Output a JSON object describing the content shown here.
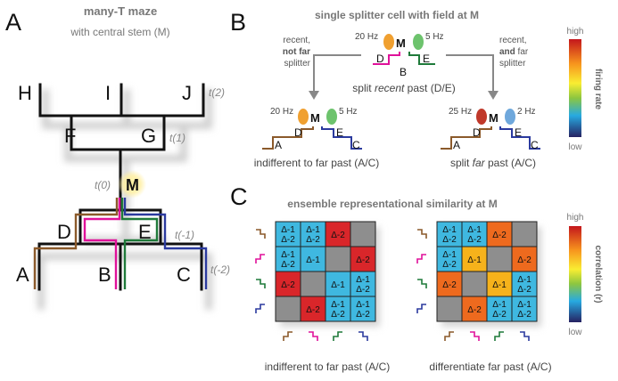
{
  "colors": {
    "maze": "#111111",
    "brown": "#8B5A2B",
    "magenta": "#E0119A",
    "green": "#1F7A3A",
    "blue": "#2B3A9E",
    "orange_cell": "#F0A030",
    "green_cell": "#6DC36D",
    "red_cell": "#C0392B",
    "blue_cell": "#6FA8DC",
    "grid_cyan": "#3FB8E0",
    "grid_red": "#D9262A",
    "grid_orange": "#EE6A1E",
    "grid_yellow": "#F6B21B",
    "grid_gray": "#8E8E8E",
    "arrow_gray": "#888888",
    "title_gray": "#777777"
  },
  "panelA": {
    "letter": "A",
    "title": "many-T maze",
    "subtitle": "with central stem (M)",
    "labels": {
      "H": "H",
      "I": "I",
      "J": "J",
      "F": "F",
      "G": "G",
      "M": "M",
      "D": "D",
      "E": "E",
      "A": "A",
      "B": "B",
      "C": "C"
    },
    "times": {
      "t2": "t(2)",
      "t1": "t(1)",
      "t0": "t(0)",
      "tm1": "t(-1)",
      "tm2": "t(-2)"
    }
  },
  "panelB": {
    "letter": "B",
    "title": "single splitter cell with field at M",
    "top": {
      "left_hz": "20 Hz",
      "right_hz": "5 Hz",
      "M": "M",
      "D": "D",
      "E": "E",
      "B": "B",
      "caption_pre": "split ",
      "caption_em": "recent",
      "caption_post": " past (D/E)"
    },
    "left_note": {
      "line1": "recent,",
      "line2": "not far",
      "line3": "splitter"
    },
    "right_note": {
      "line1": "recent,",
      "line2_bold": "and",
      "line2_rest": " far",
      "line3": "splitter"
    },
    "left": {
      "left_hz": "20 Hz",
      "right_hz": "5 Hz",
      "M": "M",
      "D": "D",
      "E": "E",
      "A": "A",
      "C": "C",
      "caption": "indifferent to far past (A/C)"
    },
    "right": {
      "left_hz": "25 Hz",
      "right_hz": "2 Hz",
      "M": "M",
      "D": "D",
      "E": "E",
      "A": "A",
      "C": "C",
      "caption_pre": "split ",
      "caption_em": "far",
      "caption_post": " past (A/C)"
    },
    "colorbar": {
      "high": "high",
      "low": "low",
      "label": "firing rate"
    }
  },
  "panelC": {
    "letter": "C",
    "title": "ensemble representational similarity at M",
    "left_caption": "indifferent to far past (A/C)",
    "right_caption": "differentiate far past (A/C)",
    "left_matrix": [
      [
        {
          "c": "cyan",
          "t": "Δ-1\nΔ-2"
        },
        {
          "c": "cyan",
          "t": "Δ-1\nΔ-2"
        },
        {
          "c": "red",
          "t": "Δ-2"
        },
        {
          "c": "gray",
          "t": ""
        }
      ],
      [
        {
          "c": "cyan",
          "t": "Δ-1\nΔ-2"
        },
        {
          "c": "cyan",
          "t": "Δ-1"
        },
        {
          "c": "gray",
          "t": ""
        },
        {
          "c": "red",
          "t": "Δ-2"
        }
      ],
      [
        {
          "c": "red",
          "t": "Δ-2"
        },
        {
          "c": "gray",
          "t": ""
        },
        {
          "c": "cyan",
          "t": "Δ-1"
        },
        {
          "c": "cyan",
          "t": "Δ-1\nΔ-2"
        }
      ],
      [
        {
          "c": "gray",
          "t": ""
        },
        {
          "c": "red",
          "t": "Δ-2"
        },
        {
          "c": "cyan",
          "t": "Δ-1\nΔ-2"
        },
        {
          "c": "cyan",
          "t": "Δ-1\nΔ-2"
        }
      ]
    ],
    "right_matrix": [
      [
        {
          "c": "cyan",
          "t": "Δ-1\nΔ-2"
        },
        {
          "c": "cyan",
          "t": "Δ-1\nΔ-2"
        },
        {
          "c": "orange",
          "t": "Δ-2"
        },
        {
          "c": "gray",
          "t": ""
        }
      ],
      [
        {
          "c": "cyan",
          "t": "Δ-1\nΔ-2"
        },
        {
          "c": "yellow",
          "t": "Δ-1"
        },
        {
          "c": "gray",
          "t": ""
        },
        {
          "c": "orange",
          "t": "Δ-2"
        }
      ],
      [
        {
          "c": "orange",
          "t": "Δ-2"
        },
        {
          "c": "gray",
          "t": ""
        },
        {
          "c": "yellow",
          "t": "Δ-1"
        },
        {
          "c": "cyan",
          "t": "Δ-1\nΔ-2"
        }
      ],
      [
        {
          "c": "gray",
          "t": ""
        },
        {
          "c": "orange",
          "t": "Δ-2"
        },
        {
          "c": "cyan",
          "t": "Δ-1\nΔ-2"
        },
        {
          "c": "cyan",
          "t": "Δ-1\nΔ-2"
        }
      ]
    ],
    "path_colors": [
      "brown",
      "magenta",
      "green",
      "blue"
    ],
    "colorbar": {
      "high": "high",
      "low": "low",
      "label": "correlation (r)"
    }
  }
}
